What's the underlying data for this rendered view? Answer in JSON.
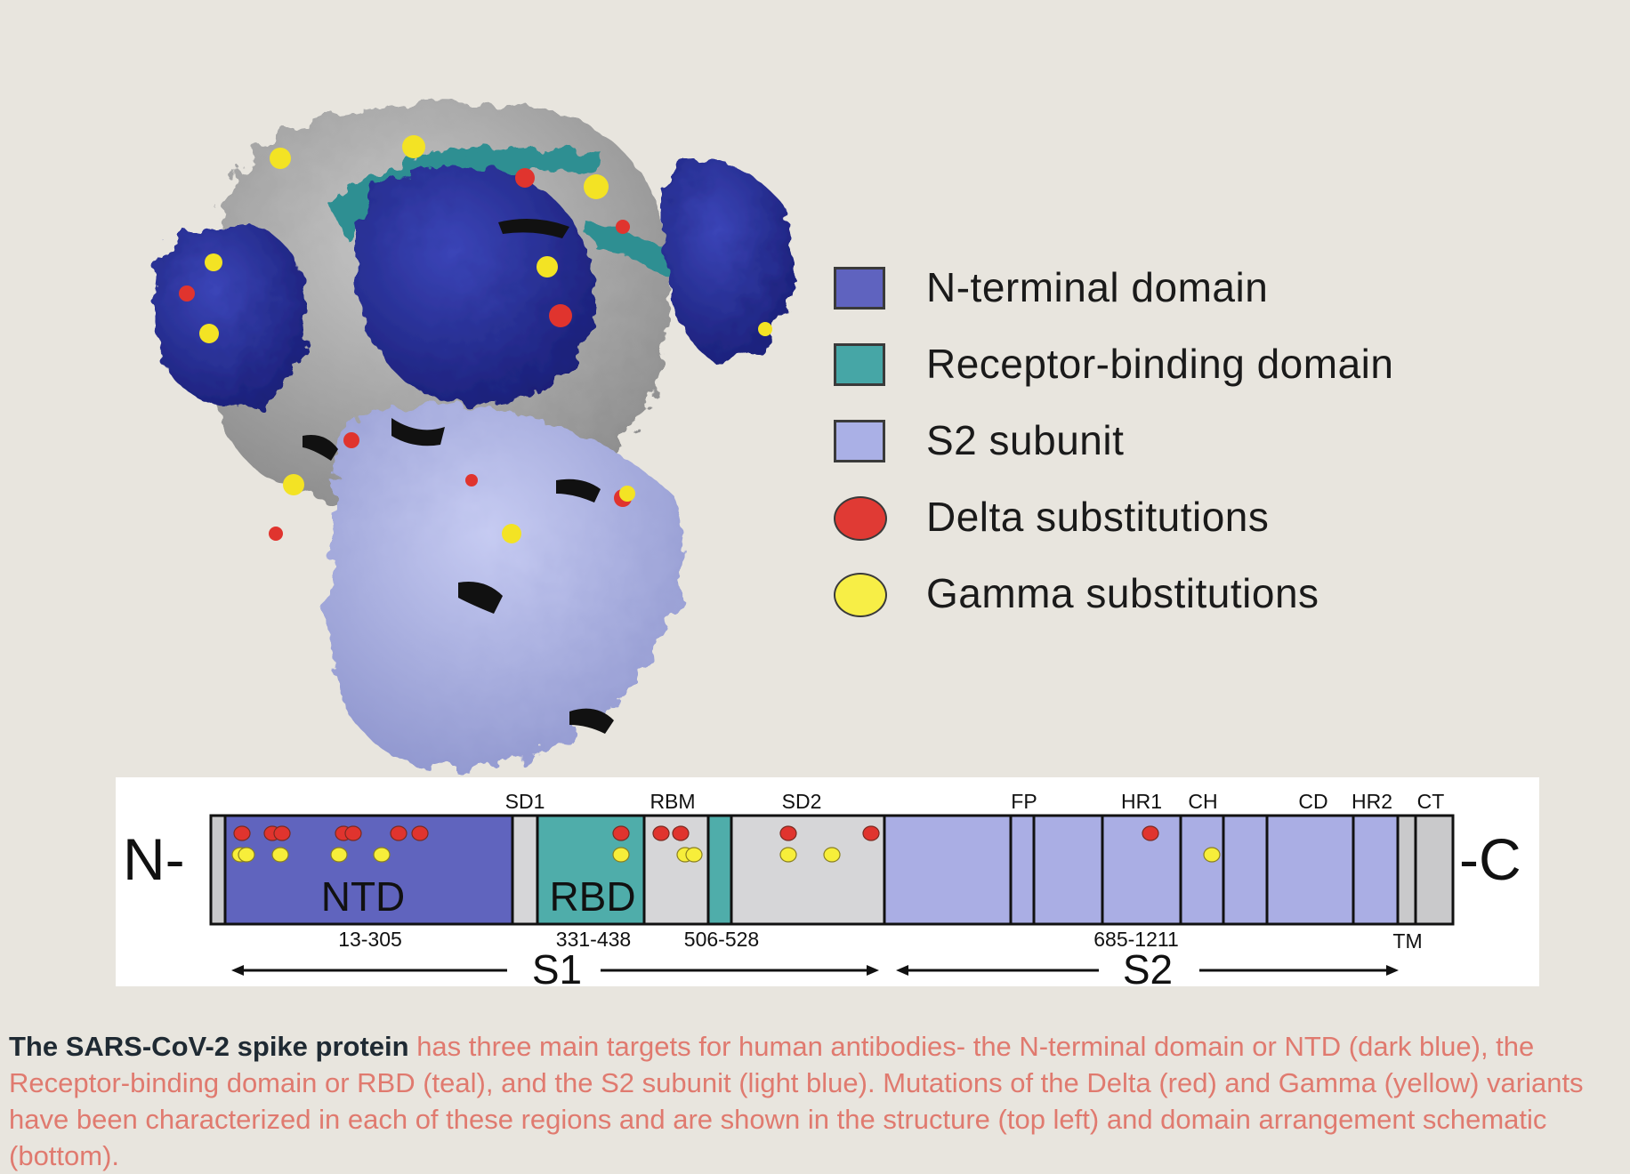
{
  "legend": {
    "items": [
      {
        "label": "N-terminal domain",
        "color": "#5f63bf",
        "shape": "square"
      },
      {
        "label": "Receptor-binding domain",
        "color": "#46a6a6",
        "shape": "square"
      },
      {
        "label": "S2 subunit",
        "color": "#aab0e6",
        "shape": "square"
      },
      {
        "label": "Delta substitutions",
        "color": "#e03a34",
        "shape": "circle"
      },
      {
        "label": "Gamma substitutions",
        "color": "#f7ee46",
        "shape": "circle"
      }
    ]
  },
  "schematic": {
    "n_terminus": "N-",
    "c_terminus": "-C",
    "domain_labels": {
      "ntd": "NTD",
      "rbd": "RBD"
    },
    "top_labels": [
      "SD1",
      "RBM",
      "SD2",
      "FP",
      "HR1",
      "CH",
      "CD",
      "HR2",
      "CT"
    ],
    "ranges": [
      "13-305",
      "331-438",
      "506-528",
      "685-1211"
    ],
    "tm_label": "TM",
    "subunits": [
      "S1",
      "S2"
    ]
  },
  "caption": {
    "bold": "The SARS-CoV-2 spike protein",
    "text": " has three main targets for human antibodies- the N-terminal domain or NTD (dark blue), the Receptor-binding domain or RBD (teal), and the S2 subunit (light blue). Mutations of the Delta (red) and Gamma (yellow) variants have been characterized in each of these regions and are shown in the structure (top left) and domain arrangement schematic (bottom)."
  }
}
